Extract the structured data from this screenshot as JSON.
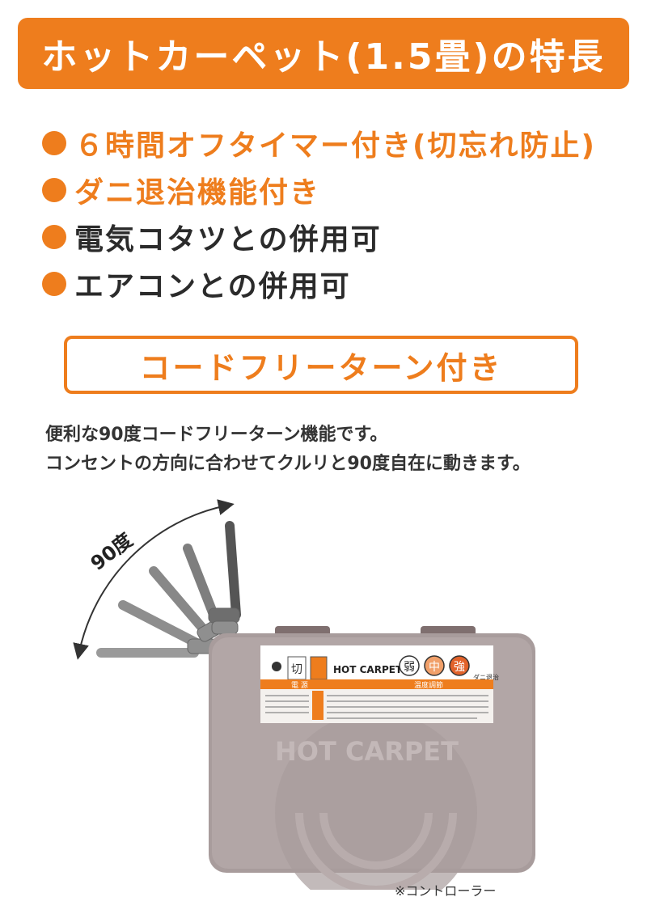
{
  "header": {
    "title": "ホットカーペット(1.5畳)の特長"
  },
  "features": [
    {
      "text": "６時間オフタイマー付き(切忘れ防止)"
    },
    {
      "text": "ダニ退治機能付き"
    },
    {
      "text": "電気コタツとの併用可"
    },
    {
      "text": "エアコンとの併用可"
    }
  ],
  "subheading": "コードフリーターン付き",
  "description": {
    "line1": "便利な90度コードフリーターン機能です。",
    "line2": "コンセントの方向に合わせてクルリと90度自在に動きます。"
  },
  "diagram": {
    "angle_label": "90度",
    "panel": {
      "brand": "HOT CARPET",
      "switch_off": "切",
      "level_low": "弱",
      "level_mid": "中",
      "level_high": "強",
      "mite_label": "ダニ退治",
      "power_label": "電 源",
      "temp_label": "温度調節",
      "watermark": "HOT CARPET"
    }
  },
  "caption": "※コントローラー",
  "colors": {
    "accent": "#ee7d1d",
    "controller_body": "#a89c9c",
    "cord": "#8f8f8f"
  }
}
